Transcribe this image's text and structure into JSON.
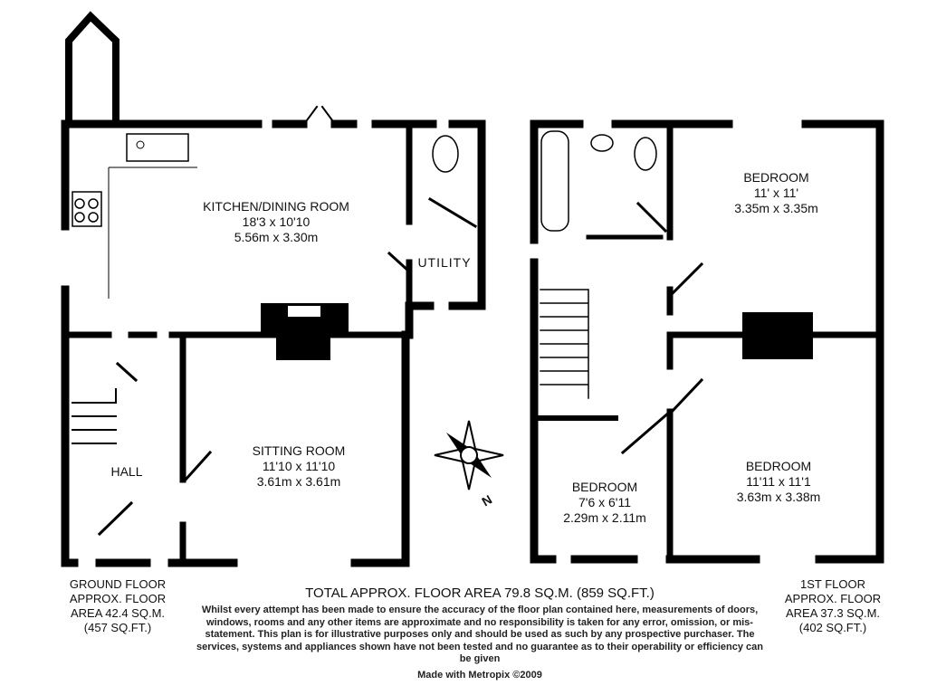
{
  "rooms": {
    "kitchen": {
      "name": "KITCHEN/DINING ROOM",
      "imperial": "18'3 x 10'10",
      "metric": "5.56m x 3.30m"
    },
    "utility": {
      "name": "UTILITY"
    },
    "hall": {
      "name": "HALL"
    },
    "sitting": {
      "name": "SITTING ROOM",
      "imperial": "11'10 x 11'10",
      "metric": "3.61m x 3.61m"
    },
    "bedroom1": {
      "name": "BEDROOM",
      "imperial": "11' x 11'",
      "metric": "3.35m x 3.35m"
    },
    "bedroom2": {
      "name": "BEDROOM",
      "imperial": "11'11 x 11'1",
      "metric": "3.63m x 3.38m"
    },
    "bedroom3": {
      "name": "BEDROOM",
      "imperial": "7'6 x 6'11",
      "metric": "2.29m x 2.11m"
    }
  },
  "compass": {
    "label": "N"
  },
  "ground_floor": {
    "line1": "GROUND FLOOR",
    "line2": "APPROX. FLOOR",
    "line3": "AREA 42.4 SQ.M.",
    "line4": "(457 SQ.FT.)"
  },
  "first_floor": {
    "line1": "1ST FLOOR",
    "line2": "APPROX. FLOOR",
    "line3": "AREA 37.3 SQ.M.",
    "line4": "(402 SQ.FT.)"
  },
  "total": "TOTAL APPROX. FLOOR AREA 79.8 SQ.M. (859 SQ.FT.)",
  "disclaimer": "Whilst every attempt has been made to ensure the accuracy of the floor plan contained here, measurements of doors, windows, rooms and any other items are approximate and no responsibility is taken for any error, omission, or mis-statement. This plan is for illustrative purposes only and should be used as such by any prospective purchaser. The services, systems and appliances shown have not been tested and no guarantee as to their operability or efficiency can be given",
  "credit": "Made with Metropix ©2009"
}
